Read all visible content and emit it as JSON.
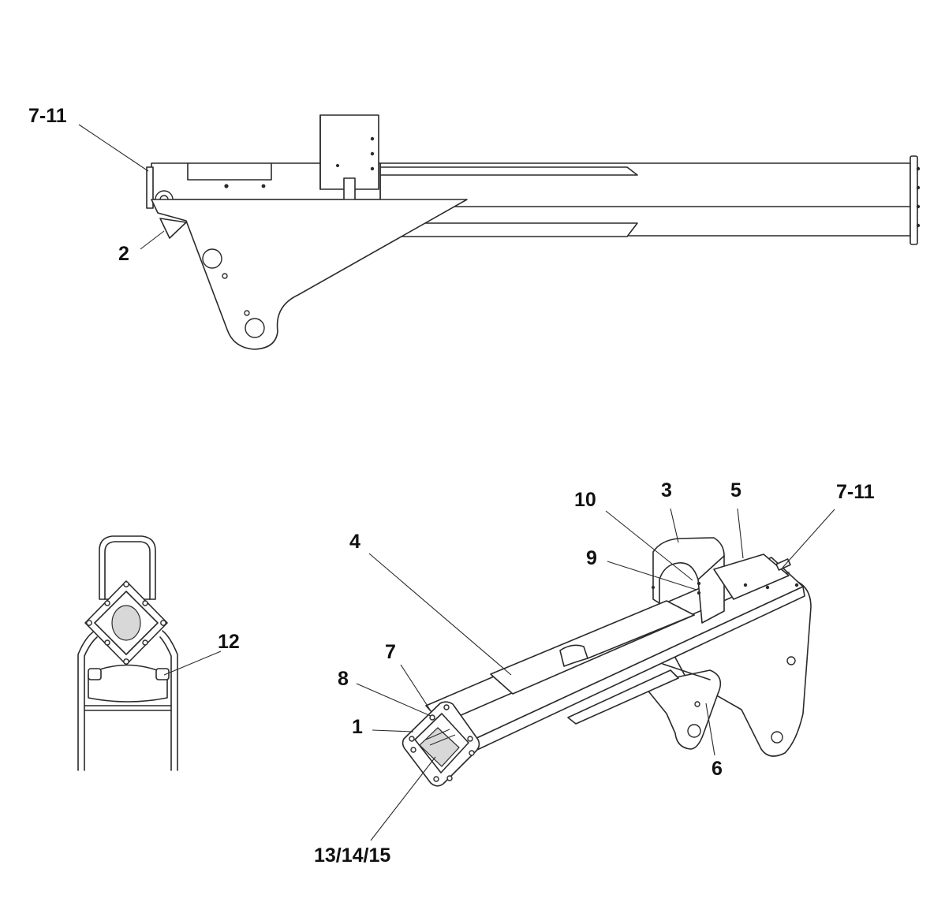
{
  "callouts": {
    "top_7_11": "7-11",
    "top_2": "2",
    "end_12": "12",
    "iso_1": "1",
    "iso_3": "3",
    "iso_4": "4",
    "iso_5": "5",
    "iso_6": "6",
    "iso_7": "7",
    "iso_8": "8",
    "iso_9": "9",
    "iso_10": "10",
    "iso_7_11": "7-11",
    "iso_13_14_15": "13/14/15"
  },
  "colors": {
    "line": "#2a2a2a",
    "label": "#111111",
    "background": "#ffffff"
  }
}
